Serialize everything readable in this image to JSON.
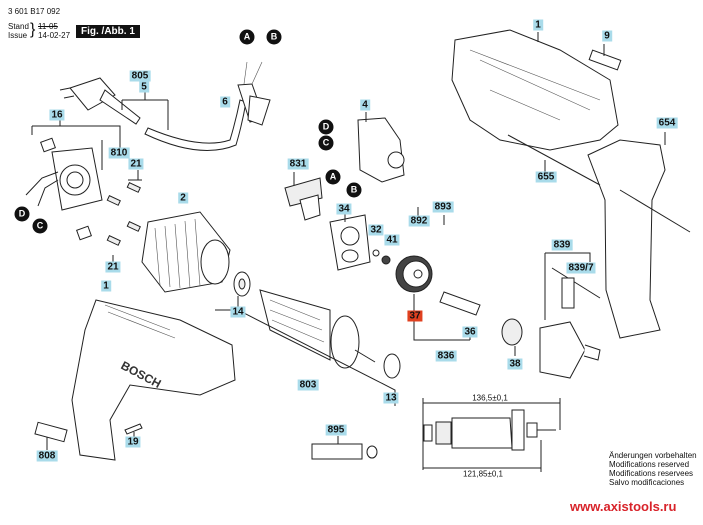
{
  "header": {
    "part_number": "3 601 B17 092",
    "stand_label": "Stand",
    "issue_label": "Issue",
    "stand_date_struck": "11-05",
    "issue_date": "14-02-27",
    "figure_label": "Fig. /Abb. 1"
  },
  "part_labels": [
    {
      "id": "805",
      "highlight": false
    },
    {
      "id": "5",
      "highlight": false
    },
    {
      "id": "6",
      "highlight": false
    },
    {
      "id": "16",
      "highlight": false
    },
    {
      "id": "810",
      "highlight": false
    },
    {
      "id": "21",
      "highlight": false
    },
    {
      "id": "21",
      "highlight": false
    },
    {
      "id": "2",
      "highlight": false
    },
    {
      "id": "4",
      "highlight": false
    },
    {
      "id": "831",
      "highlight": false
    },
    {
      "id": "34",
      "highlight": false
    },
    {
      "id": "32",
      "highlight": false
    },
    {
      "id": "41",
      "highlight": false
    },
    {
      "id": "892",
      "highlight": false
    },
    {
      "id": "893",
      "highlight": false
    },
    {
      "id": "1",
      "highlight": false
    },
    {
      "id": "9",
      "highlight": false
    },
    {
      "id": "654",
      "highlight": false
    },
    {
      "id": "655",
      "highlight": false
    },
    {
      "id": "839",
      "highlight": false
    },
    {
      "id": "839/7",
      "highlight": false
    },
    {
      "id": "37",
      "highlight": true
    },
    {
      "id": "36",
      "highlight": false
    },
    {
      "id": "836",
      "highlight": false
    },
    {
      "id": "38",
      "highlight": false
    },
    {
      "id": "14",
      "highlight": false
    },
    {
      "id": "803",
      "highlight": false
    },
    {
      "id": "13",
      "highlight": false
    },
    {
      "id": "1",
      "highlight": false
    },
    {
      "id": "19",
      "highlight": false
    },
    {
      "id": "808",
      "highlight": false
    },
    {
      "id": "895",
      "highlight": false
    }
  ],
  "connectors": [
    "A",
    "B",
    "D",
    "C",
    "D",
    "C",
    "A",
    "B"
  ],
  "dimensions": {
    "overall": "136,5±0,1",
    "inner": "121,85±0,1"
  },
  "notes": [
    "Änderungen vorbehalten",
    "Modifications reserved",
    "Modifications reservees",
    "Salvo modificaciones"
  ],
  "watermark": "www.axistools.ru",
  "colors": {
    "label_bg": "#a9dbea",
    "highlight_bg": "#e0401f",
    "watermark": "#d8232a"
  }
}
